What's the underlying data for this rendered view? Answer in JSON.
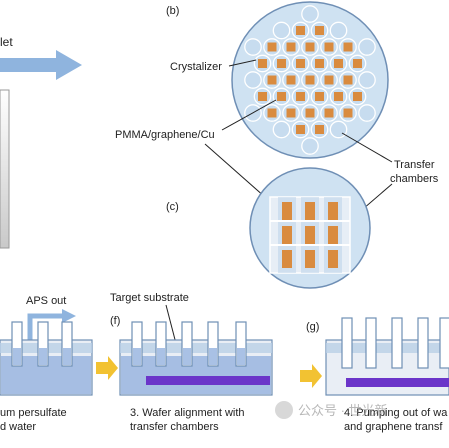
{
  "panel_labels": {
    "b": "(b)",
    "c": "(c)",
    "f": "(f)",
    "g": "(g)"
  },
  "top": {
    "outlet_fragment": "let",
    "crystalizer_label": "Crystalizer",
    "pmma_label": "PMMA/graphene/Cu",
    "transfer_label_line1": "Transfer",
    "transfer_label_line2": "chambers"
  },
  "bottom": {
    "aps_out": "APS out",
    "target_substrate": "Target substrate",
    "caption_e_line1": "um persulfate",
    "caption_e_line2": "d water",
    "caption_f_line1": "3. Wafer alignment with",
    "caption_f_line2": "transfer chambers",
    "caption_g_line1": "4. Pumping out of wa",
    "caption_g_line2": "and graphene transf"
  },
  "watermark": {
    "text": "公众号 · 世光新"
  },
  "colors": {
    "wafer_fill": "#cfe2f2",
    "wafer_stroke": "#6f8fb5",
    "chamber_ring": "#c7dcef",
    "copper": "#d98b3f",
    "arrow_blue": "#8fb4de",
    "liquid": "#6f97d4",
    "substrate": "#6b35c9",
    "yellow_arrow": "#f2c232"
  }
}
